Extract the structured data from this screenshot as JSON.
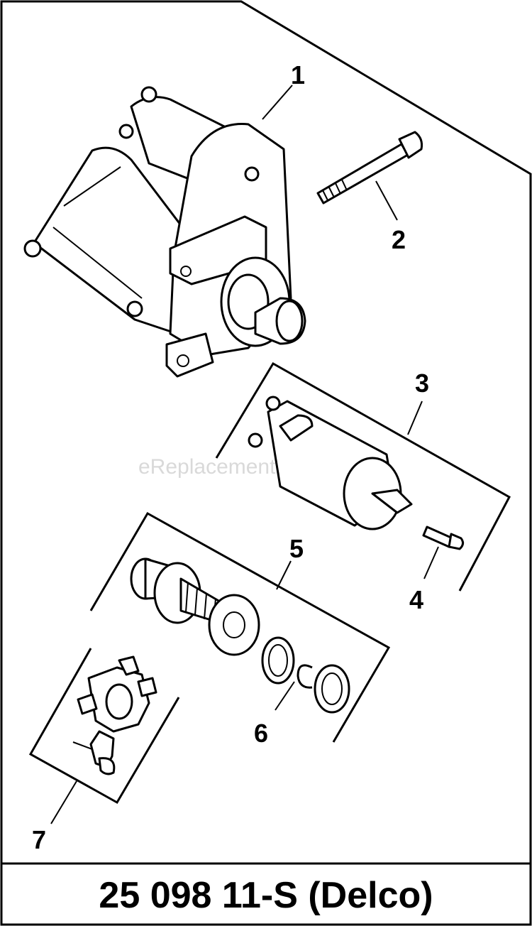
{
  "watermark": "eReplacementParts.com",
  "caption": "25 098 11-S (Delco)",
  "callouts": {
    "c1": "1",
    "c2": "2",
    "c3": "3",
    "c4": "4",
    "c5": "5",
    "c6": "6",
    "c7": "7"
  },
  "parts": [
    {
      "id": "1",
      "icon": "starter-motor-icon"
    },
    {
      "id": "2",
      "icon": "through-bolt-icon"
    },
    {
      "id": "3",
      "icon": "solenoid-icon"
    },
    {
      "id": "4",
      "icon": "screw-icon"
    },
    {
      "id": "5",
      "icon": "drive-pinion-icon"
    },
    {
      "id": "6",
      "icon": "retaining-ring-icon"
    },
    {
      "id": "7",
      "icon": "brush-holder-icon"
    }
  ]
}
